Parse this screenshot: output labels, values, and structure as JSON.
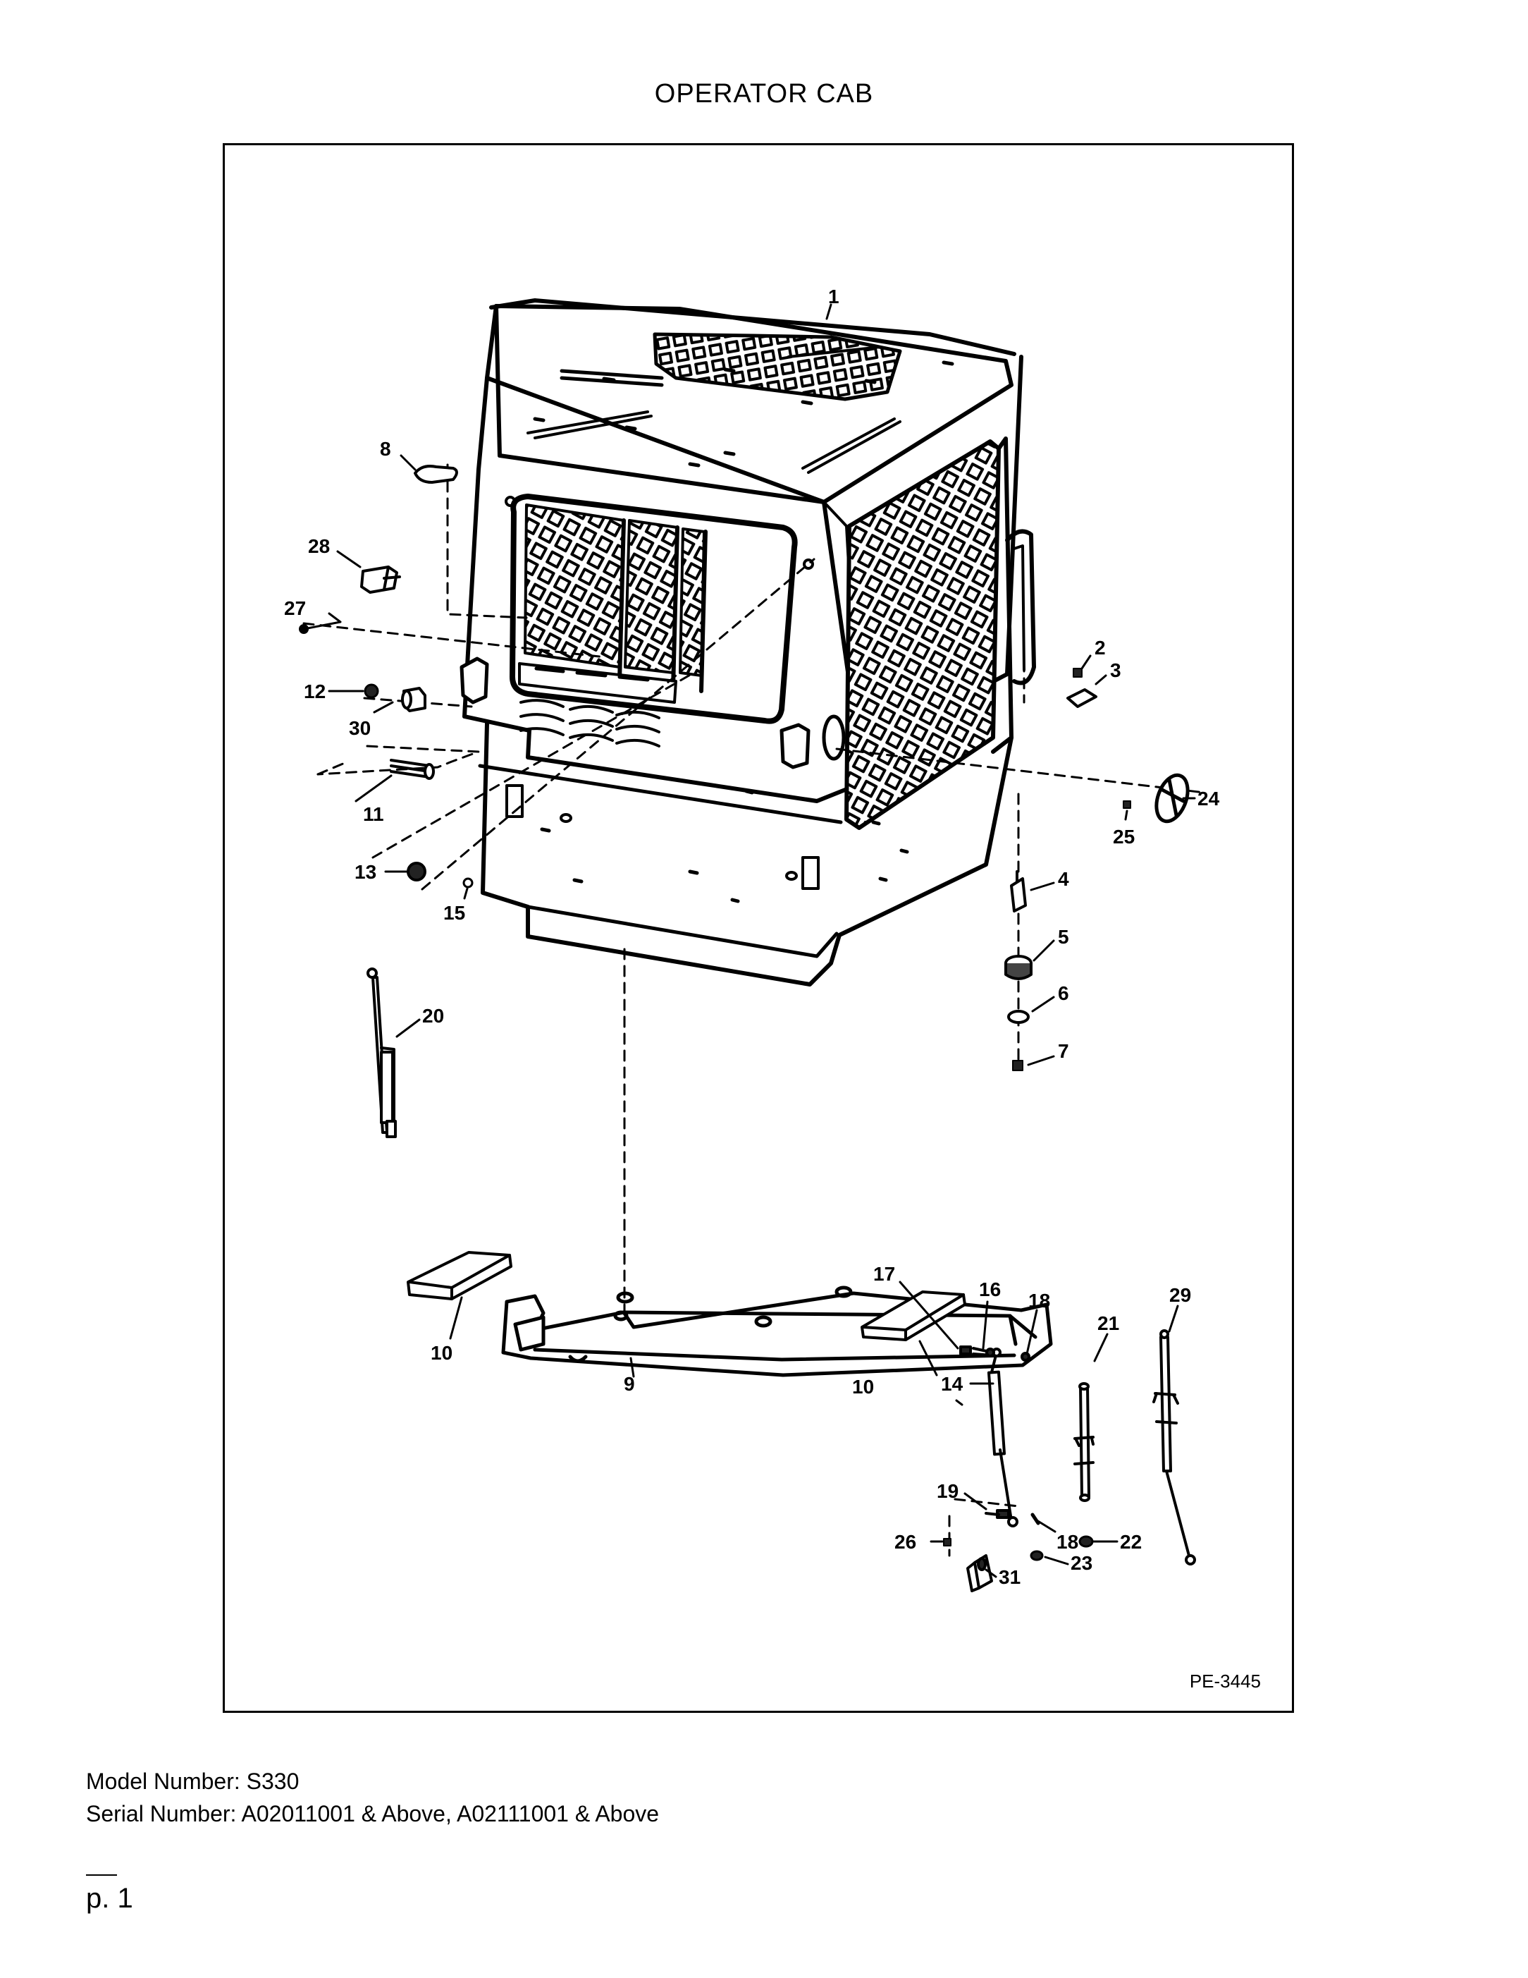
{
  "page_title": "OPERATOR CAB",
  "plate_ref": "PE-3445",
  "model_line": "Model Number: S330",
  "serial_line": "Serial Number: A02011001 & Above, A02111001 & Above",
  "page_number": "p. 1",
  "callouts": [
    "1",
    "2",
    "3",
    "4",
    "5",
    "6",
    "7",
    "8",
    "9",
    "10",
    "10",
    "11",
    "12",
    "13",
    "14",
    "15",
    "16",
    "17",
    "18",
    "18",
    "19",
    "20",
    "21",
    "22",
    "23",
    "24",
    "25",
    "26",
    "27",
    "28",
    "29",
    "30",
    "31"
  ]
}
